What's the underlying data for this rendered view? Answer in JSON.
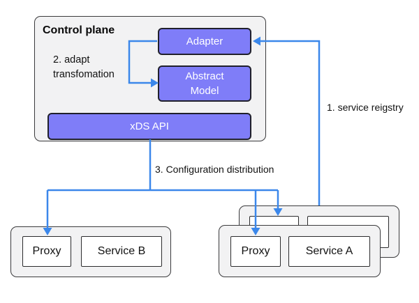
{
  "control_plane": {
    "title": "Control plane",
    "note": {
      "line1": "2. adapt",
      "line2": "transfomation"
    },
    "adapter_label": "Adapter",
    "abstract_model": {
      "line1": "Abstract",
      "line2": "Model"
    },
    "xds_api_label": "xDS API"
  },
  "annotations": {
    "step1": "1. service reigstry",
    "step3": "3. Configuration distribution"
  },
  "service_b_group": {
    "proxy_label": "Proxy",
    "service_label": "Service B"
  },
  "service_a_group": {
    "proxy_label": "Proxy",
    "service_label": "Service A"
  },
  "colors": {
    "box_purple": "#7F7DF8",
    "arrow_blue": "#3B87EA",
    "container_fill": "#F2F2F3",
    "border_dark": "#20202b"
  }
}
